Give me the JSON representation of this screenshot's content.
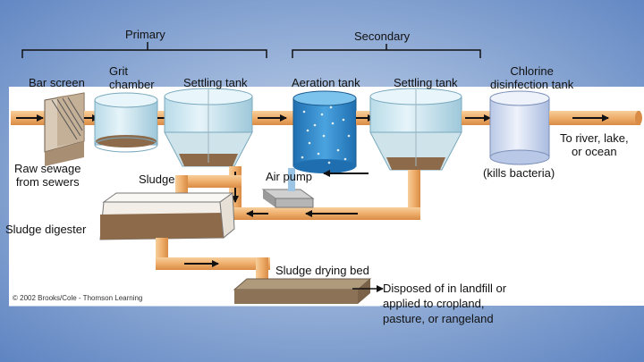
{
  "colors": {
    "slide_bg_light": "#c9d8ec",
    "slide_bg_dark": "#5a81c0",
    "panel": "#ffffff",
    "pipe": "#efae6c",
    "tank_glass": "#cfe9f3",
    "aeration_water": "#2f86c8",
    "sludge": "#8c6a4a"
  },
  "labels": {
    "primary": "Primary",
    "secondary": "Secondary",
    "bar_screen": "Bar screen",
    "grit_chamber": [
      "Grit",
      "chamber"
    ],
    "settling_tank_1": "Settling tank",
    "aeration_tank": "Aeration tank",
    "settling_tank_2": "Settling tank",
    "chlorine_tank": [
      "Chlorine",
      "disinfection tank"
    ],
    "outflow": [
      "To river, lake,",
      "or ocean"
    ],
    "raw_sewage": [
      "Raw sewage",
      "from sewers"
    ],
    "sludge": "Sludge",
    "air_pump": "Air pump",
    "kills_bacteria": "(kills bacteria)",
    "sludge_digester": "Sludge digester",
    "sludge_drying_bed": "Sludge drying bed",
    "disposal": [
      "Disposed of in landfill or",
      "applied to cropland,",
      "pasture, or rangeland"
    ],
    "copyright": "© 2002 Brooks/Cole - Thomson Learning"
  }
}
